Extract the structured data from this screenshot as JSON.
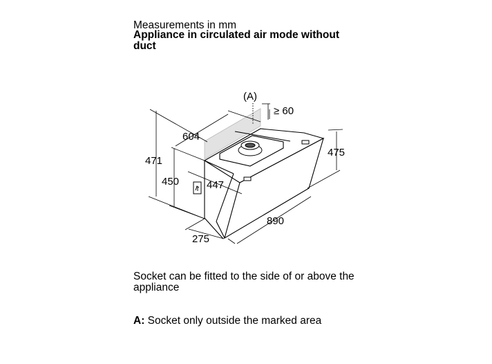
{
  "header": {
    "subtitle": "Measurements in mm",
    "title": "Appliance in circulated air mode without duct"
  },
  "drawing": {
    "marker": "(A)",
    "dimensions": {
      "clearance": "≥ 60",
      "width_top": "604",
      "total_height": "471",
      "body_height": "450",
      "depth": "447",
      "right_height": "475",
      "width": "890",
      "bottom_depth": "275"
    },
    "icons": [
      "socket-icon"
    ]
  },
  "notes": {
    "socket": "Socket can be fitted to the side of or above the appliance",
    "a_label": "A:",
    "a_text": " Socket only outside the marked area"
  }
}
